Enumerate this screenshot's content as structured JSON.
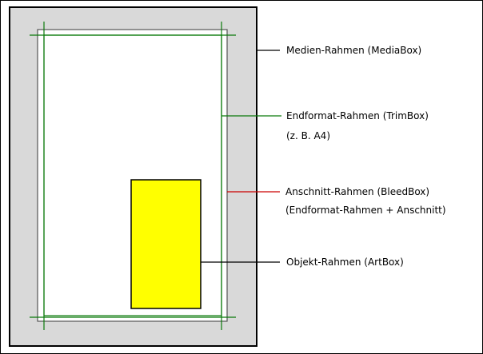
{
  "colors": {
    "media_fill": "#d9d9d9",
    "media_border": "#000000",
    "bleed_border": "#555555",
    "trim_line": "#0a7a0a",
    "bleed_leader": "#cc0000",
    "art_fill": "#ffff00",
    "art_border": "#000000",
    "page_fill": "#ffffff"
  },
  "labels": {
    "media": "Medien-Rahmen (MediaBox)",
    "trim": "Endformat-Rahmen (TrimBox)",
    "trim_note": "(z. B. A4)",
    "bleed": "Anschnitt-Rahmen (BleedBox)",
    "bleed_note": "(Endformat-Rahmen + Anschnitt)",
    "art": "Objekt-Rahmen (ArtBox)"
  }
}
